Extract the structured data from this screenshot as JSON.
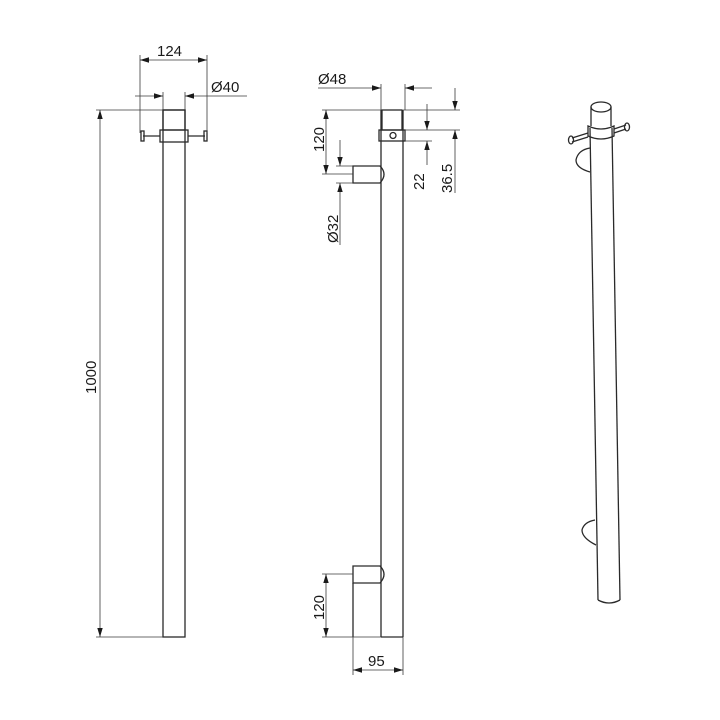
{
  "drawing": {
    "type": "technical-drawing",
    "subject": "vertical heated towel rail",
    "views": [
      "front",
      "side",
      "isometric"
    ],
    "line_color": "#2a2a2a",
    "background": "#ffffff"
  },
  "front_view": {
    "dim_width": "124",
    "dim_diameter": "Ø40",
    "dim_height": "1000"
  },
  "side_view": {
    "dim_top_diameter": "Ø48",
    "dim_bracket_offset": "120",
    "dim_bracket_diameter": "Ø32",
    "dim_22": "22",
    "dim_36_5": "36.5",
    "dim_bottom_bracket": "120",
    "dim_projection": "95"
  }
}
